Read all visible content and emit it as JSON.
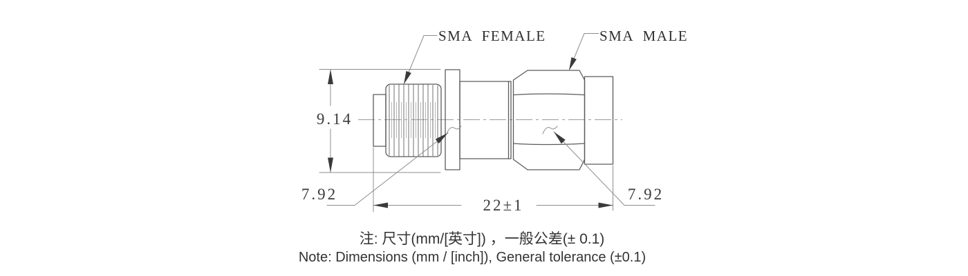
{
  "drawing": {
    "labels": {
      "sma_female": "SMA FEMALE",
      "sma_male": "SMA MALE"
    },
    "dimensions": {
      "height": "9.14",
      "female_hex": "7.92",
      "male_hex": "7.92",
      "length": "22±1"
    },
    "notes": {
      "chinese": "注: 尺寸(mm/[英寸]) ，一般公差(± 0.1)",
      "english": "Note: Dimensions (mm / [inch]), General tolerance (±0.1)"
    },
    "colors": {
      "object_line": "#5a5a5a",
      "dimension_line": "#8c8c8c",
      "dimension_text": "#3a3a3a",
      "note_text": "#333333",
      "background": "#ffffff"
    }
  }
}
